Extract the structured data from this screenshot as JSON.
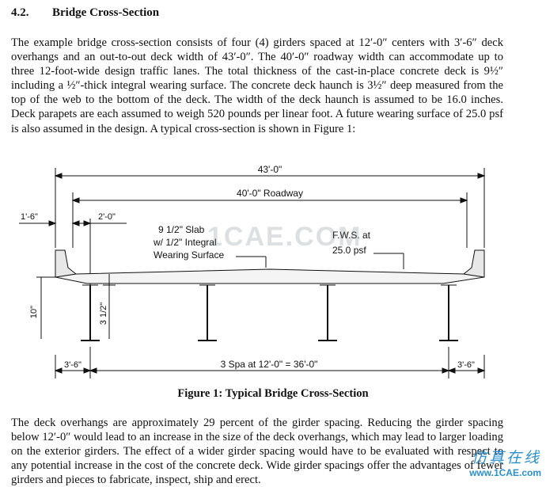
{
  "section": {
    "number": "4.2.",
    "title": "Bridge Cross-Section"
  },
  "paragraph1": "The example bridge cross-section consists of four (4) girders spaced at 12′-0″ centers with 3′-6″ deck overhangs and an out-to-out deck width of 43′-0″.  The 40′-0″ roadway width can accommodate up to three 12-foot-wide design traffic lanes.  The total thickness of the cast-in-place concrete deck is 9½″ including a ½″-thick integral wearing surface.  The concrete deck haunch is 3½″ deep measured from the top of the web to the bottom of the deck.  The width of the deck haunch is assumed to be 16.0 inches.  Deck parapets are each assumed to weigh 520 pounds per linear foot.  A future wearing surface of 25.0 psf is also assumed in the design.  A typical cross-section is shown in Figure 1:",
  "figure": {
    "dims": {
      "total_width": "43'-0\"",
      "roadway": "40'-0\" Roadway",
      "parapet": "1'-6\"",
      "offset": "2'-0\"",
      "slab_line1": "9 1/2\" Slab",
      "slab_line2": "w/ 1/2\" Integral",
      "slab_line3": "Wearing Surface",
      "fws_line1": "F.W.S. at",
      "fws_line2": "25.0 psf",
      "depth_10": "10\"",
      "haunch": "3 1/2\"",
      "overhang_left": "3'-6\"",
      "spacing": "3 Spa at 12'-0\" = 36'-0\"",
      "overhang_right": "3'-6\""
    },
    "caption": "Figure 1: Typical Bridge Cross-Section"
  },
  "paragraph2": "The deck overhangs are approximately 29 percent of the girder spacing.  Reducing the girder spacing below 12′-0″ would lead to an increase in the size of the deck overhangs, which may lead to larger loading on the exterior girders.  The effect of a wider girder spacing would have to be evaluated with respect to any potential increase in the cost of the concrete deck.  Wide girder spacings offer the advantages of fewer girders and pieces to fabricate, inspect, ship and erect.",
  "watermark": {
    "center": "1CAE.COM",
    "cn": "仿真在线",
    "url": "www.1CAE.com"
  }
}
